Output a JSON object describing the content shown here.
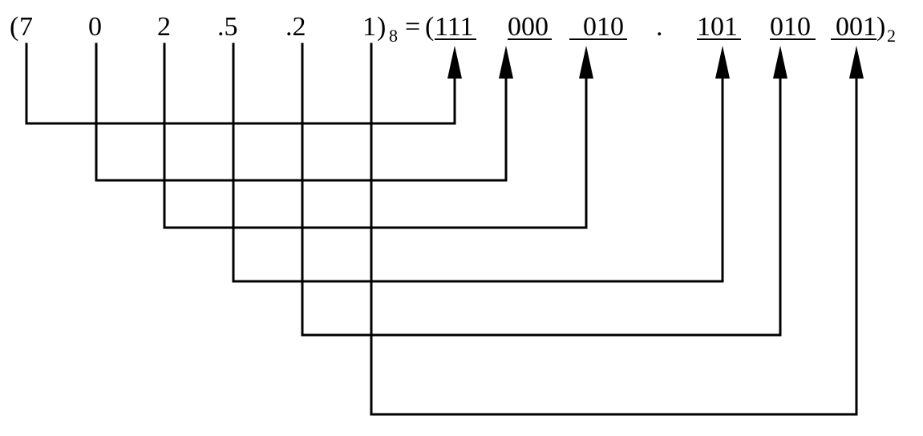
{
  "octal": {
    "open_paren": "(",
    "digits": [
      "7",
      "0",
      "2",
      ".5",
      ".2",
      "1"
    ],
    "close_paren": ")",
    "base": "8"
  },
  "equals": "=",
  "binary": {
    "open_paren": "(",
    "groups": [
      "111",
      "000",
      "010",
      "101",
      "010",
      "001"
    ],
    "point": ".",
    "close_paren": ")",
    "base": "2"
  }
}
